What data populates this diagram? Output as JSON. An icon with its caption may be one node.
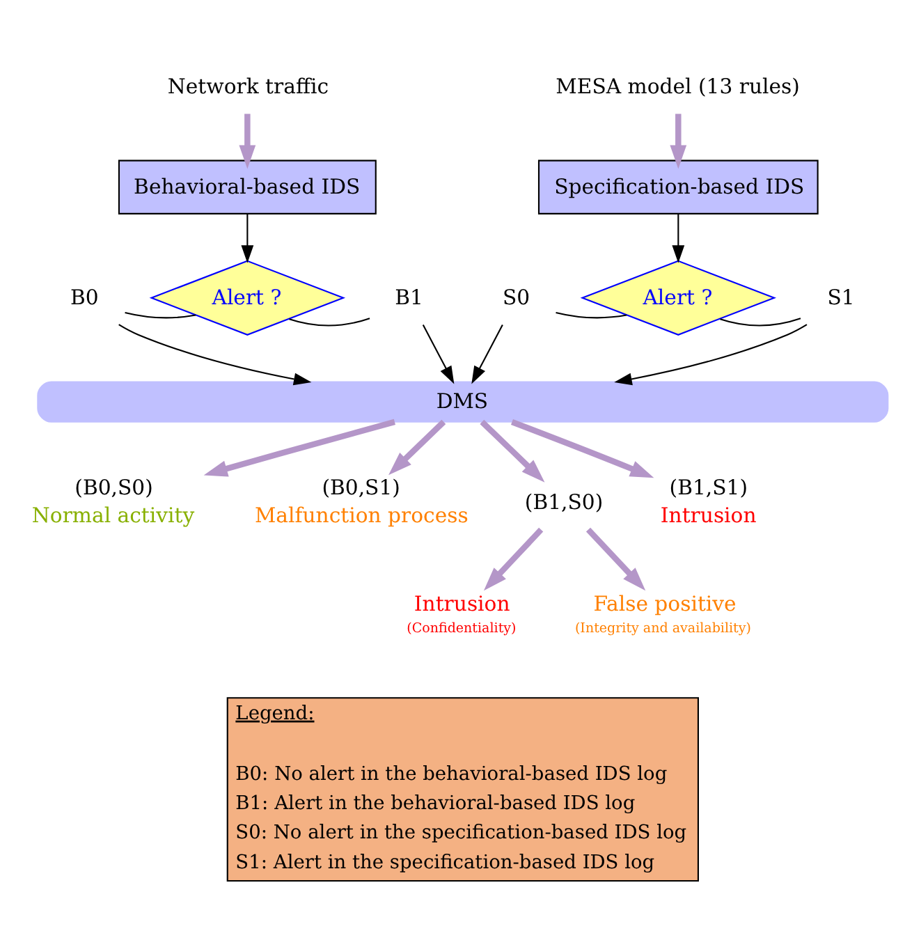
{
  "diagram": {
    "nodes": [
      {
        "text": [
          "Network traffic"
        ]
      },
      {
        "text": [
          "MESA model (13 rules)"
        ]
      },
      {
        "text": [
          "Behavioral-based IDS"
        ]
      },
      {
        "text": [
          "Specification-based IDS"
        ]
      },
      {
        "text": [
          "Alert ?"
        ]
      },
      {
        "text": [
          "Alert ?"
        ]
      },
      {
        "text": [
          "B0"
        ]
      },
      {
        "text": [
          "B1"
        ]
      },
      {
        "text": [
          "S0"
        ]
      },
      {
        "text": [
          "S1"
        ]
      },
      {
        "text": [
          "DMS"
        ]
      },
      {
        "text": [
          "(B0,S0)"
        ],
        "beside": [
          "Normal activity"
        ]
      },
      {
        "text": [
          "(B0,S1)"
        ],
        "beside": [
          "Malfunction process"
        ]
      },
      {
        "text": [
          "(B1,S0)"
        ]
      },
      {
        "text": [
          "(B1,S1)"
        ],
        "beside": [
          "Intrusion"
        ]
      },
      {
        "text": [
          "Intrusion",
          "(Confidentiality)"
        ]
      },
      {
        "text": [
          "False positive",
          "(Integrity and availability)"
        ]
      }
    ],
    "edges": [
      {
        "from": 0,
        "to": 2,
        "arrow": "to",
        "style": "thick",
        "color": "#b496c8"
      },
      {
        "from": 1,
        "to": 3,
        "arrow": "to",
        "style": "thick",
        "color": "#b496c8"
      },
      {
        "from": 2,
        "to": 4,
        "arrow": "to"
      },
      {
        "from": 3,
        "to": 5,
        "arrow": "to"
      },
      {
        "from": 4,
        "to": 6,
        "arrow": "none"
      },
      {
        "from": 4,
        "to": 7,
        "arrow": "none"
      },
      {
        "from": 5,
        "to": 8,
        "arrow": "none"
      },
      {
        "from": 5,
        "to": 9,
        "arrow": "none"
      },
      {
        "from": 6,
        "to": 10,
        "arrow": "to"
      },
      {
        "from": 7,
        "to": 10,
        "arrow": "to"
      },
      {
        "from": 8,
        "to": 10,
        "arrow": "to"
      },
      {
        "from": 9,
        "to": 10,
        "arrow": "to"
      },
      {
        "from": 10,
        "to": 11,
        "arrow": "to",
        "style": "thick",
        "color": "#b496c8"
      },
      {
        "from": 10,
        "to": 12,
        "arrow": "to",
        "style": "thick",
        "color": "#b496c8"
      },
      {
        "from": 10,
        "to": 13,
        "arrow": "to",
        "style": "thick",
        "color": "#b496c8"
      },
      {
        "from": 10,
        "to": 14,
        "arrow": "to",
        "style": "thick",
        "color": "#b496c8"
      },
      {
        "from": 13,
        "to": 15,
        "arrow": "to",
        "style": "thick",
        "color": "#b496c8"
      },
      {
        "from": 13,
        "to": 16,
        "arrow": "to",
        "style": "thick",
        "color": "#b496c8"
      }
    ],
    "labels": [
      "Legend:",
      "B0: No alert in the behavioral-based IDS log",
      "B1: Alert in the behavioral-based IDS log",
      "S0: No alert in the specification-based IDS log",
      "S1: Alert in the specification-based IDS log"
    ]
  }
}
